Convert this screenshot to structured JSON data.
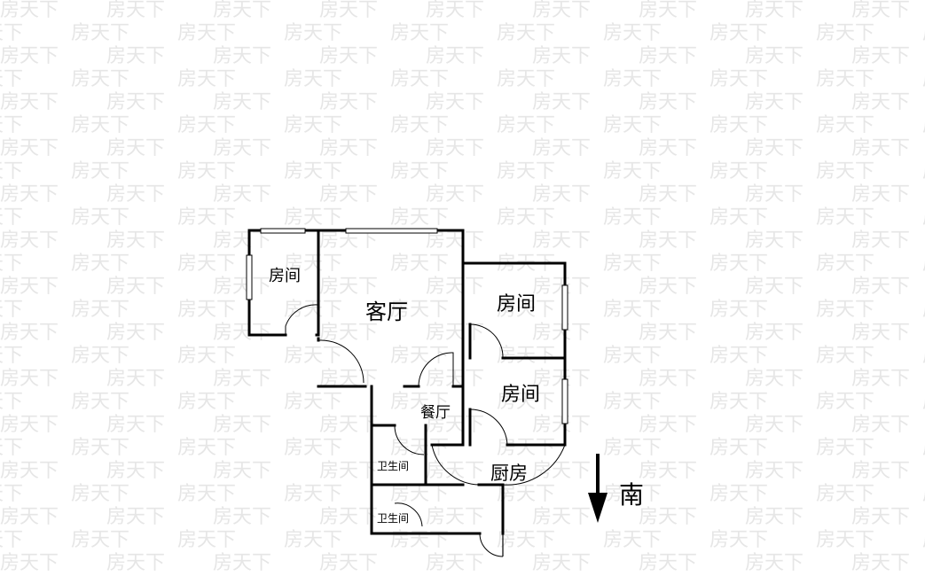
{
  "watermark": "房天下",
  "rooms": {
    "bedroom_west": "房间",
    "living_room": "客厅",
    "bedroom_north_east": "房间",
    "bedroom_east": "房间",
    "dining_room": "餐厅",
    "kitchen": "厨房",
    "bathroom_1": "卫生间",
    "bathroom_2": "卫生间"
  },
  "compass": {
    "label": "南",
    "icon": "arrow-down-icon"
  }
}
